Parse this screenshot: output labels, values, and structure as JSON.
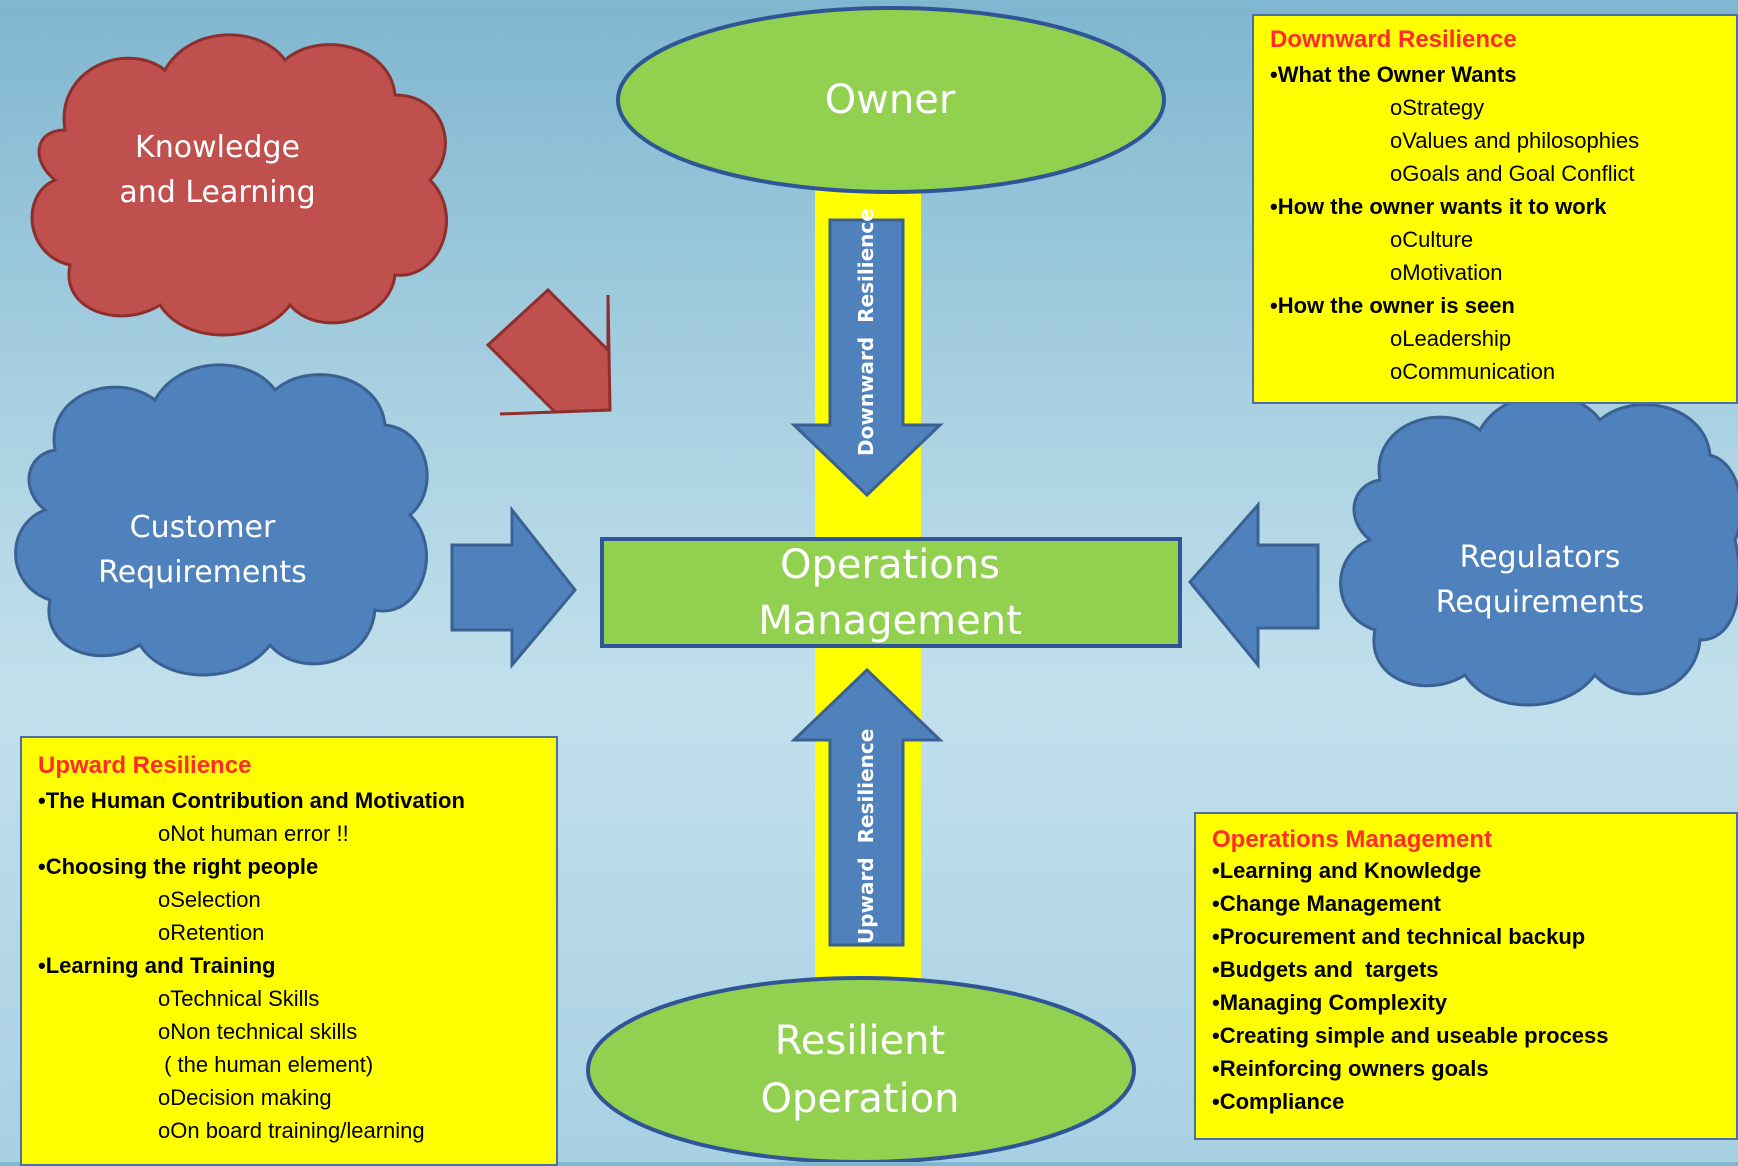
{
  "nodes": {
    "owner": "Owner",
    "operations_line1": "Operations",
    "operations_line2": "Management",
    "resilient_line1": "Resilient",
    "resilient_line2": "Operation",
    "knowledge_line1": "Knowledge",
    "knowledge_line2": "and Learning",
    "customer_line1": "Customer",
    "customer_line2": "Requirements",
    "regulators_line1": "Regulators",
    "regulators_line2": "Requirements"
  },
  "arrows": {
    "downward_label": "Downward  Resilience",
    "upward_label": "Upward  Resilience"
  },
  "downward_box": {
    "heading": "Downward Resilience",
    "items": [
      {
        "text": "•What the Owner Wants",
        "level": 1
      },
      {
        "text": "oStrategy",
        "level": 2
      },
      {
        "text": "oValues and philosophies",
        "level": 2
      },
      {
        "text": "oGoals and Goal Conflict",
        "level": 2
      },
      {
        "text": "•How the owner wants it to work",
        "level": 1
      },
      {
        "text": "oCulture",
        "level": 2
      },
      {
        "text": "oMotivation",
        "level": 2
      },
      {
        "text": "•How the owner is seen",
        "level": 1
      },
      {
        "text": "oLeadership",
        "level": 2
      },
      {
        "text": "oCommunication",
        "level": 2
      }
    ]
  },
  "upward_box": {
    "heading": "Upward Resilience",
    "items": [
      {
        "text": "•The Human Contribution and Motivation",
        "level": 1
      },
      {
        "text": "oNot human error !!",
        "level": 2
      },
      {
        "text": "•Choosing the right people",
        "level": 1
      },
      {
        "text": "oSelection",
        "level": 2
      },
      {
        "text": "oRetention",
        "level": 2
      },
      {
        "text": "•Learning and Training",
        "level": 1
      },
      {
        "text": "oTechnical Skills",
        "level": 2
      },
      {
        "text": "oNon technical skills",
        "level": 2
      },
      {
        "text": " ( the human element)",
        "level": 2
      },
      {
        "text": "oDecision making",
        "level": 2
      },
      {
        "text": "oOn board training/learning",
        "level": 2
      }
    ]
  },
  "operations_box": {
    "heading": "Operations Management",
    "items": [
      {
        "text": "•Learning and Knowledge",
        "level": 1
      },
      {
        "text": "•Change Management",
        "level": 1
      },
      {
        "text": "•Procurement and technical backup",
        "level": 1
      },
      {
        "text": "•Budgets and  targets",
        "level": 1
      },
      {
        "text": "•Managing Complexity",
        "level": 1
      },
      {
        "text": "•Creating simple and useable process",
        "level": 1
      },
      {
        "text": "•Reinforcing owners goals",
        "level": 1
      },
      {
        "text": "•Compliance",
        "level": 1
      }
    ]
  },
  "colors": {
    "green": "#92d050",
    "red_cloud": "#c0504d",
    "blue": "#4f81bd",
    "yellow": "#ffff00",
    "heading_red": "#ff2a2a"
  }
}
